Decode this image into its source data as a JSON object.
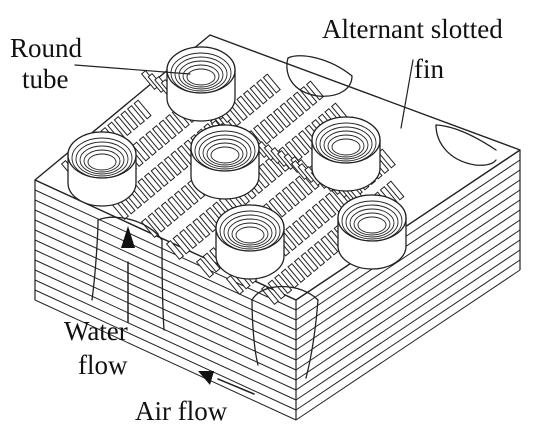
{
  "labels": {
    "round_tube_line1": "Round",
    "round_tube_line2": "tube",
    "fin_line1": "Alternant slotted",
    "fin_line2": "fin",
    "water_line1": "Water",
    "water_line2": "flow",
    "air": "Air flow"
  },
  "colors": {
    "ink": "#222222",
    "background": "#ffffff"
  },
  "fin_layers_visible": 12
}
